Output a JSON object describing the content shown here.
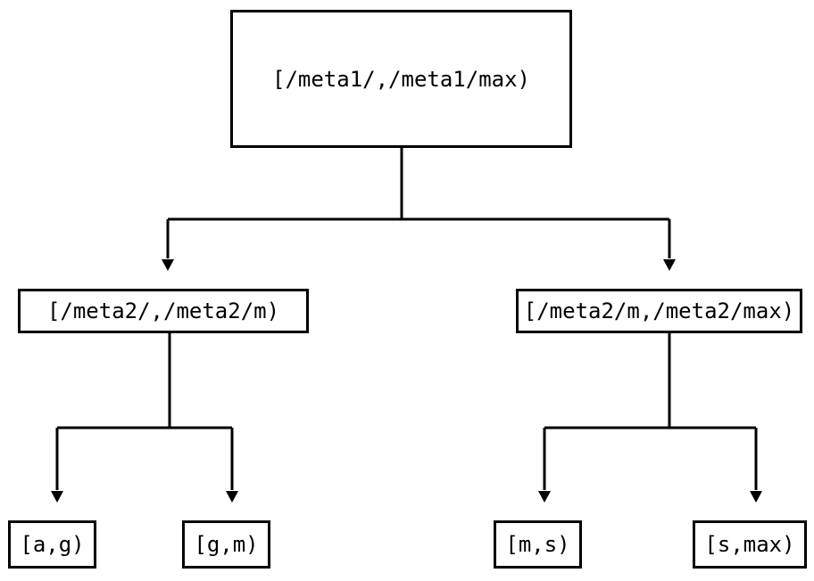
{
  "diagram": {
    "type": "tree",
    "title": "Hierarchical range partition tree",
    "background_color": "#ffffff",
    "stroke_color": "#000000",
    "node_fill_color": "#ffffff",
    "levels": 3,
    "nodes": {
      "root": {
        "id": "root",
        "label": "[/meta1/,/meta1/max)",
        "level": 0
      },
      "l2_left": {
        "id": "l2_left",
        "label": "[/meta2/,/meta2/m)",
        "level": 1
      },
      "l2_right": {
        "id": "l2_right",
        "label": "[/meta2/m,/meta2/max)",
        "level": 1
      },
      "leaf_ag": {
        "id": "leaf_ag",
        "label": "[a,g)",
        "level": 2
      },
      "leaf_gm": {
        "id": "leaf_gm",
        "label": "[g,m)",
        "level": 2
      },
      "leaf_ms": {
        "id": "leaf_ms",
        "label": "[m,s)",
        "level": 2
      },
      "leaf_smax": {
        "id": "leaf_smax",
        "label": "[s,max)",
        "level": 2
      }
    },
    "edges": [
      {
        "from": "root",
        "to": "l2_left",
        "arrow": "down"
      },
      {
        "from": "root",
        "to": "l2_right",
        "arrow": "down"
      },
      {
        "from": "l2_left",
        "to": "leaf_ag",
        "arrow": "down"
      },
      {
        "from": "l2_left",
        "to": "leaf_gm",
        "arrow": "down"
      },
      {
        "from": "l2_right",
        "to": "leaf_ms",
        "arrow": "down"
      },
      {
        "from": "l2_right",
        "to": "leaf_smax",
        "arrow": "down"
      }
    ]
  }
}
